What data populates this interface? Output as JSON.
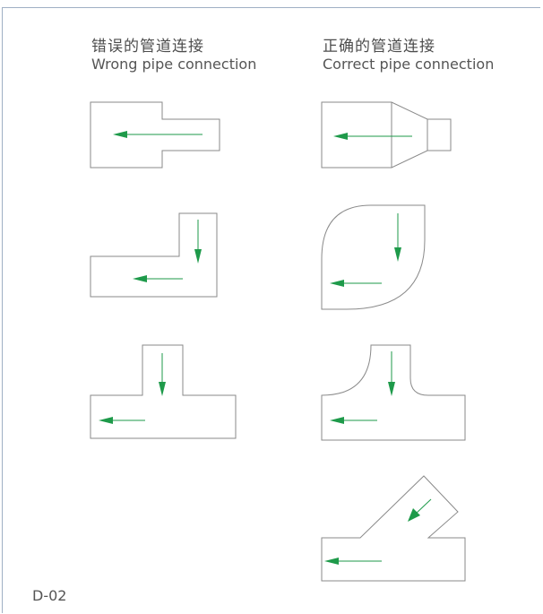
{
  "headers": {
    "wrong": {
      "zh": "错误的管道连接",
      "en": "Wrong pipe connection"
    },
    "correct": {
      "zh": "正确的管道连接",
      "en": "Correct pipe connection"
    }
  },
  "figure_code": "D-02",
  "colors": {
    "outline": "#8a8a8a",
    "flow_arrow": "#1e9a4a",
    "frame": "#9fb0c4"
  },
  "rows": [
    {
      "fitting": "reducer",
      "wrong": "abrupt-step",
      "correct": "tapered-reducer"
    },
    {
      "fitting": "elbow",
      "wrong": "sharp-corner",
      "correct": "curved-elbow"
    },
    {
      "fitting": "tee",
      "wrong": "square-tee",
      "correct": "rounded-tee"
    },
    {
      "fitting": "branch",
      "wrong": "",
      "correct": "angled-wye"
    }
  ]
}
